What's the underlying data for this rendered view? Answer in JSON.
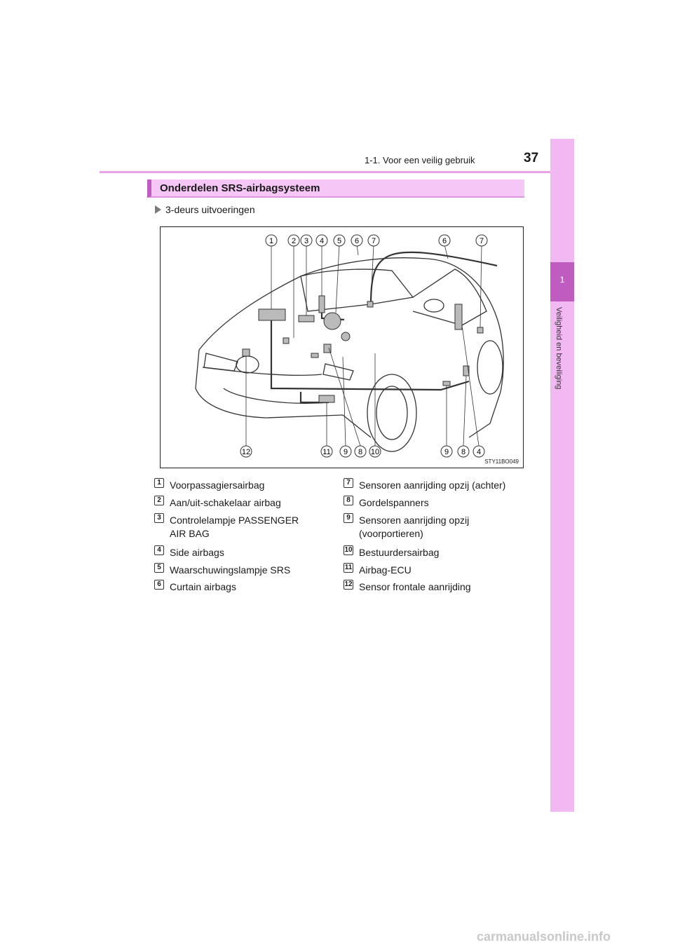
{
  "header": {
    "section": "1-1. Voor een veilig gebruik",
    "page_number": "37"
  },
  "side_tab": {
    "chapter": "1",
    "label": "Veiligheid en beveiliging"
  },
  "section": {
    "title": "Onderdelen SRS-airbagsysteem"
  },
  "subsection": {
    "label": "3-deurs uitvoeringen"
  },
  "figure": {
    "code": "STY11BO049",
    "top_callouts": [
      "1",
      "2",
      "3",
      "4",
      "5",
      "6",
      "7",
      "6",
      "7"
    ],
    "bottom_callouts": [
      "12",
      "11",
      "9",
      "8",
      "10",
      "9",
      "8",
      "4"
    ]
  },
  "legend": {
    "left": [
      {
        "num": "1",
        "text": "Voorpassagiersairbag"
      },
      {
        "num": "2",
        "text": "Aan/uit-schakelaar airbag"
      },
      {
        "num": "3",
        "text": "Controlelampje PASSENGER AIR BAG"
      },
      {
        "num": "4",
        "text": "Side airbags"
      },
      {
        "num": "5",
        "text": "Waarschuwingslampje SRS"
      },
      {
        "num": "6",
        "text": "Curtain airbags"
      }
    ],
    "right": [
      {
        "num": "7",
        "text": "Sensoren aanrijding opzij (achter)"
      },
      {
        "num": "8",
        "text": "Gordelspanners"
      },
      {
        "num": "9",
        "text": "Sensoren aanrijding opzij (voorportieren)"
      },
      {
        "num": "10",
        "text": "Bestuurdersairbag"
      },
      {
        "num": "11",
        "text": "Airbag-ECU"
      },
      {
        "num": "12",
        "text": "Sensor frontale aanrijding"
      }
    ]
  },
  "footer": {
    "watermark": "carmanualsonline.info"
  }
}
